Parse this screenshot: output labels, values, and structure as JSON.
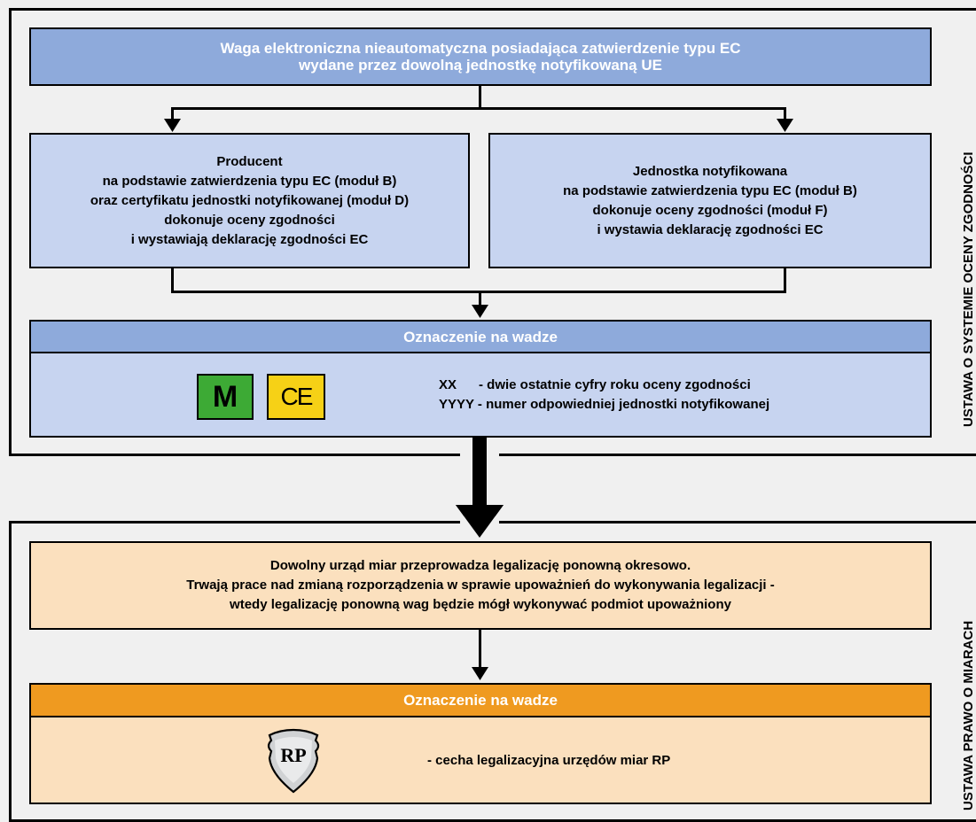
{
  "top_section": {
    "side_label": "USTAWA O SYSTEMIE OCENY ZGODNOŚCI",
    "header": {
      "line1": "Waga elektroniczna nieautomatyczna posiadająca zatwierdzenie typu EC",
      "line2": "wydane przez dowolną jednostkę notyfikowaną UE"
    },
    "left_box": [
      "Producent",
      "na podstawie zatwierdzenia typu EC (moduł B)",
      "oraz certyfikatu jednostki notyfikowanej (moduł D)",
      "dokonuje oceny zgodności",
      "i wystawiają deklarację zgodności EC"
    ],
    "right_box": [
      "Jednostka notyfikowana",
      "na podstawie zatwierdzenia typu EC (moduł B)",
      "dokonuje oceny zgodności (moduł F)",
      "i wystawia deklarację zgodności EC"
    ],
    "marking_title": "Oznaczenie na wadze",
    "m_mark": "M",
    "ce_mark": "CE",
    "marking_lines": [
      "XX      - dwie ostatnie cyfry roku oceny zgodności",
      "YYYY - numer odpowiedniej jednostki notyfikowanej"
    ]
  },
  "bottom_section": {
    "side_label": "USTAWA PRAWO O MIARACH",
    "info_box": [
      "Dowolny urząd miar przeprowadza legalizację ponowną  okresowo.",
      "Trwają prace nad zmianą rozporządzenia w sprawie upoważnień do wykonywania legalizacji -",
      "wtedy legalizację  ponowną wag będzie mógł wykonywać podmiot upoważniony"
    ],
    "marking_title": "Oznaczenie na wadze",
    "rp_mark": "RP",
    "rp_description": "- cecha legalizacyjna urzędów miar RP"
  },
  "colors": {
    "header_blue": "#8eaadb",
    "light_blue": "#c7d4f0",
    "orange": "#ef9a20",
    "peach": "#fbe0be",
    "m_green": "#3daa35",
    "ce_yellow": "#f6d116"
  }
}
